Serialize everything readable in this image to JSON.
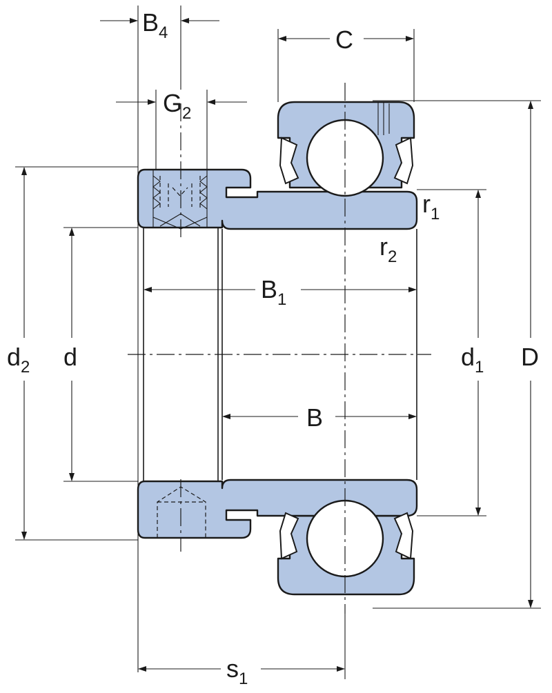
{
  "labels": {
    "B4": {
      "main": "B",
      "sub": "4"
    },
    "G2": {
      "main": "G",
      "sub": "2"
    },
    "C": {
      "main": "C",
      "sub": ""
    },
    "r1": {
      "main": "r",
      "sub": "1"
    },
    "r2": {
      "main": "r",
      "sub": "2"
    },
    "B1": {
      "main": "B",
      "sub": "1"
    },
    "d2": {
      "main": "d",
      "sub": "2"
    },
    "d": {
      "main": "d",
      "sub": ""
    },
    "d1": {
      "main": "d",
      "sub": "1"
    },
    "D": {
      "main": "D",
      "sub": ""
    },
    "B": {
      "main": "B",
      "sub": ""
    },
    "s1": {
      "main": "s",
      "sub": "1"
    }
  },
  "colors": {
    "part_fill": "#b3c6e3",
    "outline": "#1a1a1a",
    "background": "#ffffff"
  }
}
